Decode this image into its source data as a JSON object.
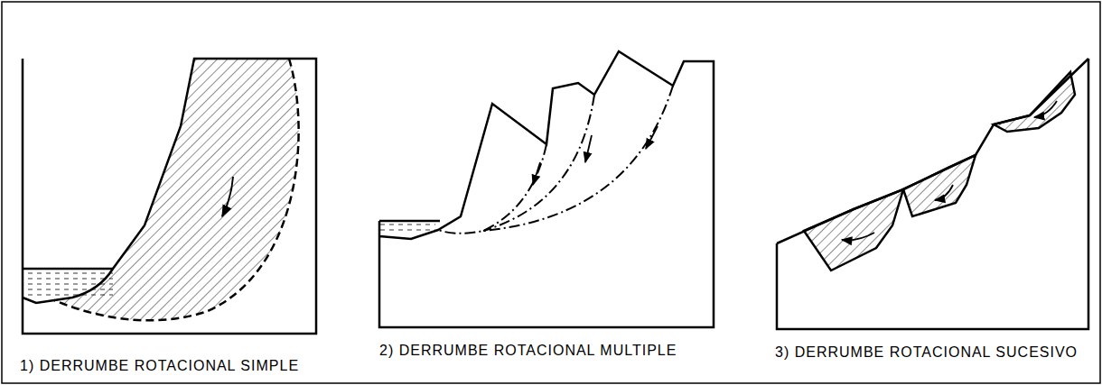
{
  "diagram": {
    "labels": [
      "1) DERRUMBE ROTACIONAL SIMPLE",
      "2) DERRUMBE ROTACIONAL MULTIPLE",
      "3) DERRUMBE ROTACIONAL SUCESIVO"
    ]
  }
}
